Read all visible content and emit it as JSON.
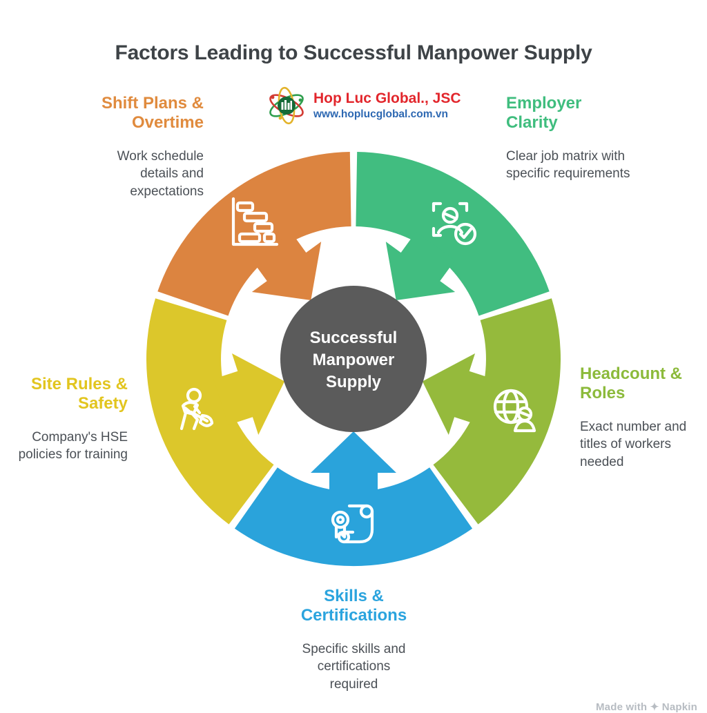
{
  "title": "Factors Leading to Successful Manpower Supply",
  "logo": {
    "company": "Hop Luc Global., JSC",
    "website": "www.hoplucglobal.com.vn"
  },
  "center": {
    "label": "Successful Manpower Supply"
  },
  "watermark": "Made with ✦ Napkin",
  "colors": {
    "title_text": "#3E4347",
    "body_text": "#4B5056",
    "center_circle": "#5B5B5B",
    "center_text": "#FFFFFF",
    "logo_red": "#E2262C",
    "logo_blue": "#2D68B2",
    "watermark_gray": "#B7BCC2",
    "background": "#FFFFFF"
  },
  "factors": [
    {
      "id": "shift-plans-overtime",
      "title": "Shift Plans & Overtime",
      "description": "Work schedule details and expectations",
      "color": "#DC8440",
      "label_color": "#E08B3E",
      "icon": "gantt-chart-icon"
    },
    {
      "id": "employer-clarity",
      "title": "Employer Clarity",
      "description": "Clear job matrix with specific requirements",
      "color": "#41BD80",
      "label_color": "#3FBD7E",
      "icon": "candidate-check-icon"
    },
    {
      "id": "headcount-roles",
      "title": "Headcount & Roles",
      "description": "Exact number and titles of workers needed",
      "color": "#95BA3C",
      "label_color": "#8CBA3B",
      "icon": "globe-users-icon"
    },
    {
      "id": "skills-certifications",
      "title": "Skills & Certifications",
      "description": "Specific skills and certifications required",
      "color": "#2AA3DB",
      "label_color": "#2BA4DE",
      "icon": "certificate-scroll-icon"
    },
    {
      "id": "site-rules-safety",
      "title": "Site Rules & Safety",
      "description": "Company's HSE policies for training",
      "color": "#DCC72B",
      "label_color": "#E2C51F",
      "icon": "worker-shovel-icon"
    }
  ]
}
